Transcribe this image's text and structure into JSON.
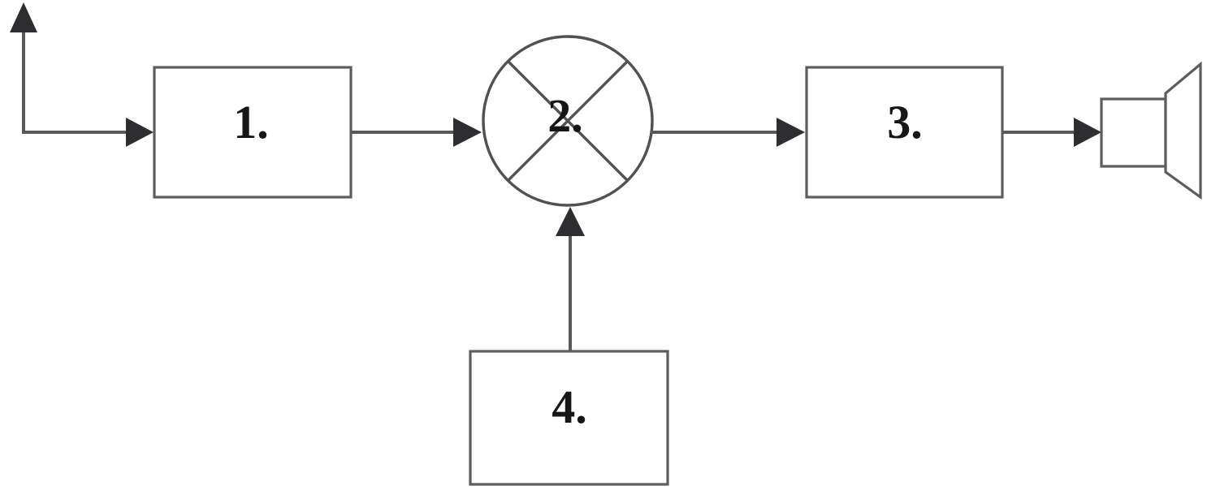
{
  "diagram": {
    "kind": "block-diagram",
    "blocks": [
      {
        "label": "1.",
        "shape": "rectangle"
      },
      {
        "label": "2.",
        "shape": "circle-with-x-mixer"
      },
      {
        "label": "3.",
        "shape": "rectangle"
      },
      {
        "label": "4.",
        "shape": "rectangle"
      }
    ],
    "symbols": [
      {
        "name": "antenna"
      },
      {
        "name": "loudspeaker"
      }
    ],
    "connections": [
      {
        "from": "antenna",
        "to": "block-1",
        "arrow": true
      },
      {
        "from": "block-1",
        "to": "block-2",
        "arrow": true
      },
      {
        "from": "block-2",
        "to": "block-3",
        "arrow": true
      },
      {
        "from": "block-3",
        "to": "loudspeaker",
        "arrow": true
      },
      {
        "from": "block-4",
        "to": "block-2",
        "arrow": true
      }
    ],
    "colors": {
      "line": "#595959",
      "shape_outline": "#5d5d5f",
      "arrowhead": "#2e2e30",
      "label": "#161616",
      "background": "#ffffff"
    }
  }
}
